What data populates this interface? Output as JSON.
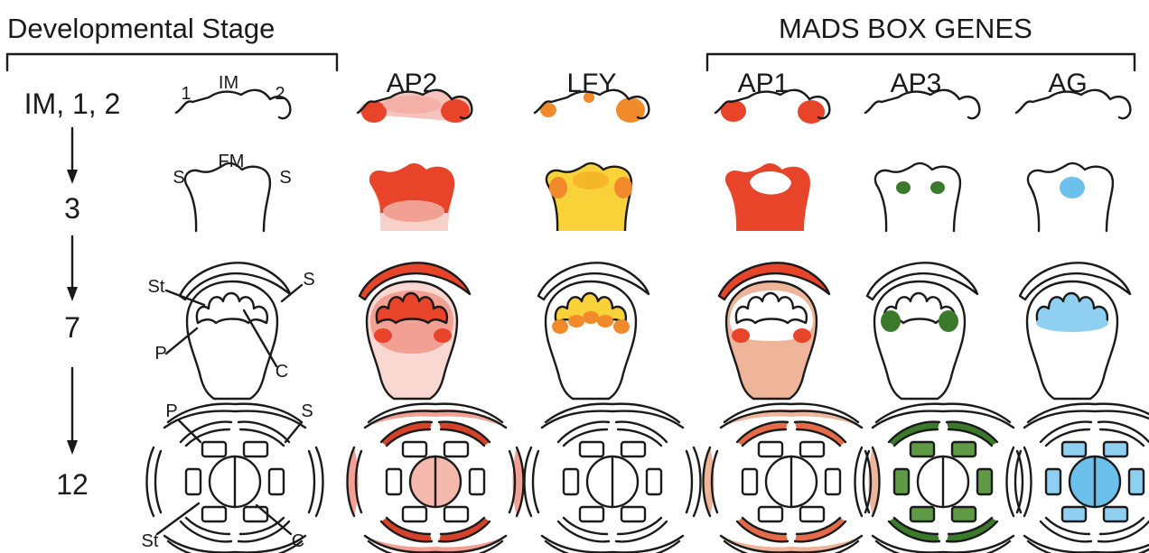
{
  "header": {
    "left_title": "Developmental Stage",
    "right_title": "MADS BOX GENES"
  },
  "stages": [
    {
      "label": "IM, 1, 2"
    },
    {
      "label": "3"
    },
    {
      "label": "7"
    },
    {
      "label": "12"
    }
  ],
  "schematic_labels": {
    "row1": {
      "im": "IM",
      "one": "1",
      "two": "2"
    },
    "row2": {
      "fm": "FM",
      "s_left": "S",
      "s_right": "S"
    },
    "row3": {
      "st": "St",
      "s": "S",
      "p": "P",
      "c": "C"
    },
    "row4": {
      "p": "P",
      "s": "S",
      "st": "St",
      "c": "C"
    }
  },
  "genes": [
    {
      "name": "AP2",
      "colors": {
        "main": "#e8442a",
        "light": "#f6b8ae",
        "pale": "#f9d2cc"
      }
    },
    {
      "name": "LFY",
      "colors": {
        "main": "#f08a2a",
        "light": "#f7c93a",
        "pale": "#fbe07a"
      }
    },
    {
      "name": "AP1",
      "colors": {
        "main": "#e8442a",
        "light": "#eeb59a",
        "pale": "#f3cbb6"
      }
    },
    {
      "name": "AP3",
      "colors": {
        "main": "#3a7a2a",
        "light": "#5f9a45",
        "pale": "#8fbf72"
      }
    },
    {
      "name": "AG",
      "colors": {
        "main": "#6cc0ec",
        "light": "#8fd0f2",
        "pale": "#b7e2f8"
      }
    }
  ]
}
